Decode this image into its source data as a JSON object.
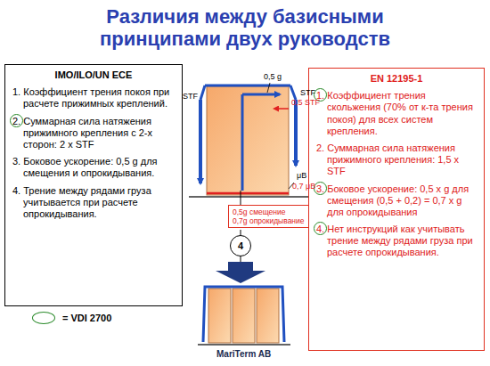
{
  "diagram": {
    "title": "Различия между базисными принципами двух руководств",
    "nodes": [
      {
        "text": [
          "IMO/ILO/UN ECE",
          "1. Коэффициент трения покоя при расчете прижимных креплений.",
          "2. Суммарная сила натяжения прижимного крепления с 2-х сторон: 2 x STF",
          "3. Боковое ускорение: 0,5 g для смещения и опрокидывания.",
          "4. Трение между рядами груза учитывается при расчете опрокидывания."
        ]
      },
      {
        "text": [
          "EN 12195-1",
          "1. Коэффициент трения скольжения (70% от к-та трения покоя) для всех систем крепления.",
          "2. Суммарная сила натяжения прижимного крепления: 1,5 x STF",
          "3. Боковое ускорение: 0,5 x g для смещения (0,5 + 0,2) = 0,7 x g для опрокидывания",
          "4. Нет инструкций как учитывать трение между рядами груза при расчете опрокидывания."
        ]
      },
      {
        "text": [
          "0,5g смещение",
          "0,7g опрокидывание"
        ]
      },
      {
        "text": [
          "4"
        ]
      }
    ],
    "labels": [
      "0,5 g",
      "0,5 STF",
      "STF",
      "STF",
      "μB",
      "0,7 μB",
      "MariTerm AB"
    ],
    "legend": [
      {
        "text": "= VDI 2700"
      }
    ]
  }
}
